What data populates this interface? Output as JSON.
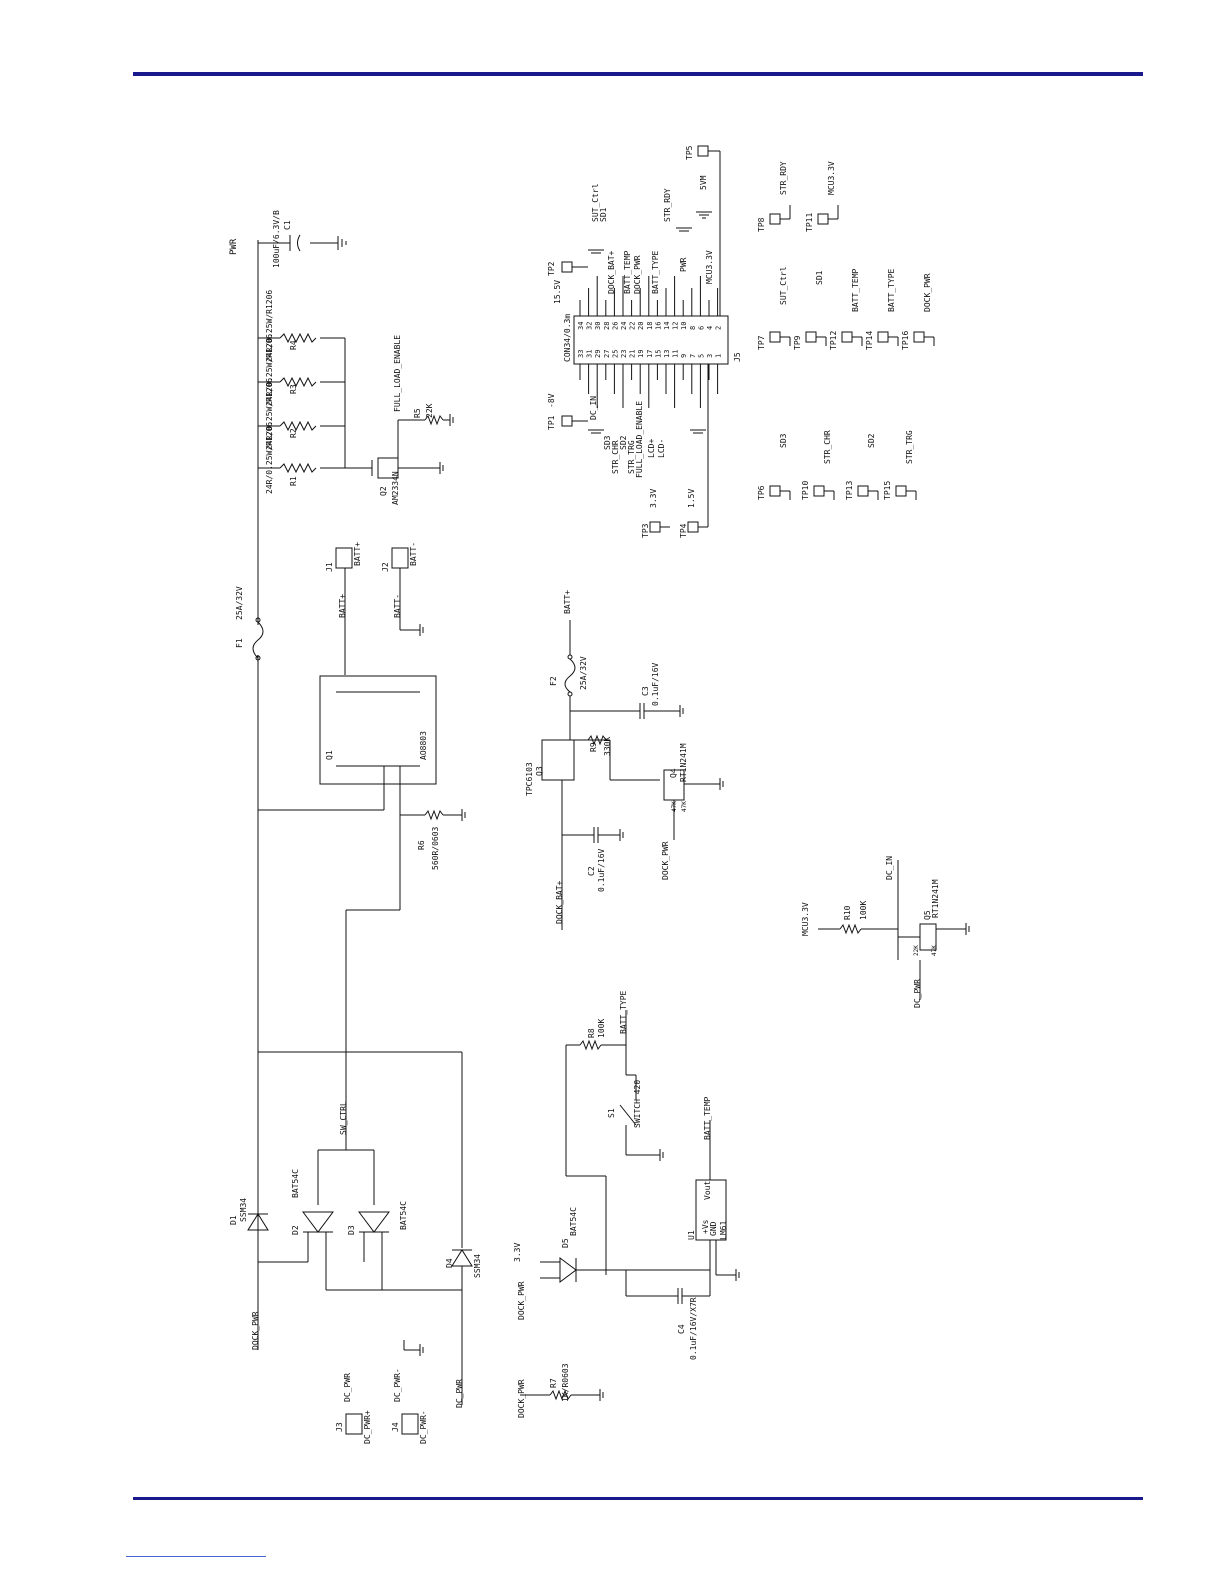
{
  "labels": {
    "pwr": "PWR",
    "c1": "C1",
    "c1v": "100uF/6.3V/B",
    "r1": "R1",
    "r2": "R2",
    "r3": "R3",
    "r4": "R4",
    "rval": "24R/0.25W/R1206",
    "full_load": "FULL_LOAD_ENABLE",
    "r5": "R5",
    "r5v": "22K",
    "q2": "Q2",
    "q2v": "AM2334N",
    "j1": "J1",
    "j1n": "BATT+",
    "j1net": "BATT+",
    "j2": "J2",
    "j2n": "BATT-",
    "j2net": "BATT-",
    "f1": "F1",
    "f1v": "25A/32V",
    "q1": "Q1",
    "q1v": "AO8803",
    "r6": "R6",
    "r6v": "560R/0603",
    "sw_ctrl": "SW_CTRL",
    "d1": "D1",
    "d1v": "SSM34",
    "d2": "D2",
    "d2v": "BAT54C",
    "d3": "D3",
    "d3v": "BAT54C",
    "d4": "D4",
    "d4v": "SSM34",
    "dock_pwr": "DOCK_PWR",
    "dc_pwr": "DC_PWR",
    "dc_pwrm": "DC_PWR-",
    "j3": "J3",
    "j3n": "DC_PWR+",
    "j4": "J4",
    "j4n": "DC_PWR-",
    "tp1": "TP1",
    "tp1v": "-8V",
    "tp2": "TP2",
    "tp2v": "15.5V",
    "tp3": "TP3",
    "tp3v": "3.3V",
    "tp4": "TP4",
    "tp4v": "1.5V",
    "tp5": "TP5",
    "tp5v": "5VM",
    "j5": "J5",
    "j5v": "CON34/0.3m",
    "pins_top": [
      "34",
      "32",
      "30",
      "28",
      "26",
      "24",
      "22",
      "20",
      "18",
      "16",
      "14",
      "12",
      "10",
      "8",
      "6",
      "4",
      "2"
    ],
    "pins_bot": [
      "33",
      "31",
      "29",
      "27",
      "25",
      "23",
      "21",
      "19",
      "17",
      "15",
      "13",
      "11",
      "9",
      "7",
      "5",
      "3",
      "1"
    ],
    "j5_top_nets": [
      "DOCK_BAT+",
      "BATT_TEMP",
      "DOCK_PWR",
      "BATT_TYPE",
      "PWR",
      "MCU3.3V"
    ],
    "j5_bot_nets": [
      "DC_IN",
      "SD3",
      "STR_CHR",
      "SD2",
      "STR_TRG",
      "FULL_LOAD_ENABLE",
      "LCD+",
      "LCD-"
    ],
    "sut_ctrl": "SUT_Ctrl",
    "sd1": "SD1",
    "str_rdy": "STR_RDY",
    "tp6": "TP6",
    "tp7": "TP7",
    "tp8": "TP8",
    "tp9": "TP9",
    "tp10": "TP10",
    "tp11": "TP11",
    "tp12": "TP12",
    "tp13": "TP13",
    "tp14": "TP14",
    "tp15": "TP15",
    "tp16": "TP16",
    "tp_nets": {
      "tp8": "STR_RDY",
      "tp11": "MCU3.3V",
      "tp7": "SUT_Ctrl",
      "tp9": "SD1",
      "tp12": "BATT_TEMP",
      "tp14": "BATT_TYPE",
      "tp16": "DOCK_PWR",
      "tp6": "SD3",
      "tp10": "STR_CHR",
      "tp13": "SD2",
      "tp15": "STR_TRG"
    },
    "f2": "F2",
    "f2v": "25A/32V",
    "batt_plus": "BATT+",
    "c3": "C3",
    "c3v": "0.1uF/16V",
    "q3": "Q3",
    "q3v": "TPC6103",
    "r9": "R9",
    "r9v": "330K",
    "q4": "Q4",
    "q4v": "RT1N241M",
    "c2": "C2",
    "c2v": "0.1uF/16V",
    "dock_bat": "DOCK_BAT+",
    "r10": "R10",
    "r10v": "100K",
    "q5": "Q5",
    "q5v": "RT1N241M",
    "dc_in": "DC_IN",
    "mcu33": "MCU3.3V",
    "r8": "R8",
    "r8v": "100K",
    "batt_type": "BATT_TYPE",
    "batt_temp": "BATT_TEMP",
    "s1": "S1",
    "s1v": "SWITCH 420",
    "d5": "D5",
    "d5v": "BAT54C",
    "v33": "3.3V",
    "u1": "U1",
    "u1v": "LM61",
    "u1vs": "+Vs",
    "u1gnd": "GND",
    "u1vout": "Vout",
    "c4": "C4",
    "c4v": "0.1uF/16V/X7R",
    "r7": "R7",
    "r7v": "1K/R0603",
    "k22": "22K",
    "k47": "47K"
  }
}
